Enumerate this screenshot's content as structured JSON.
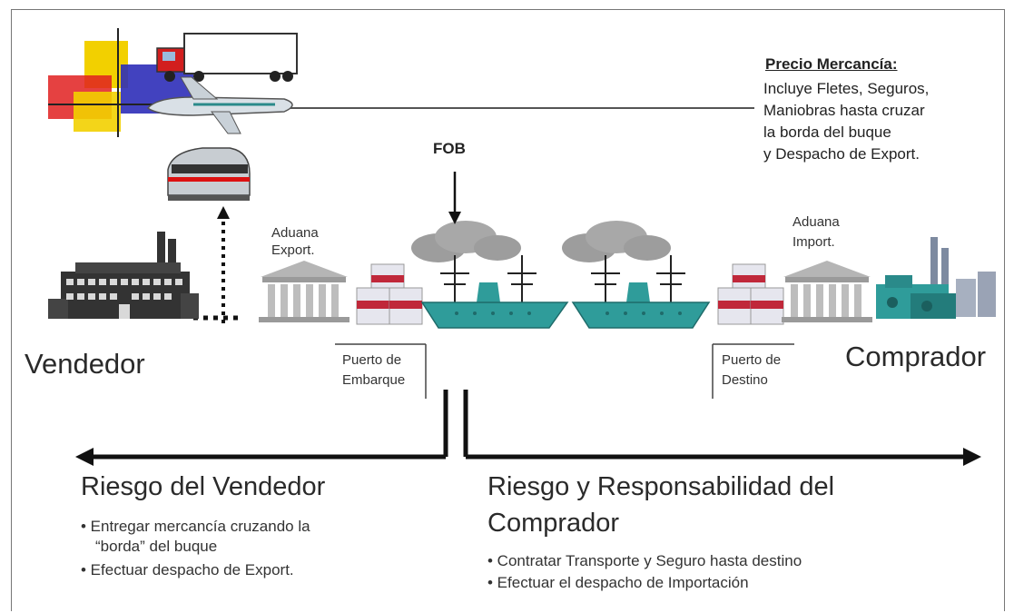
{
  "fob_label": "FOB",
  "price_box": {
    "title": "Precio Mercancía:",
    "lines": [
      "Incluye Fletes, Seguros,",
      "Maniobras hasta cruzar",
      "la borda del buque",
      "y Despacho de Export."
    ]
  },
  "customs_export": {
    "line1": "Aduana",
    "line2": "Export."
  },
  "customs_import": {
    "line1": "Aduana",
    "line2": "Import."
  },
  "port_loading": {
    "line1": "Puerto de",
    "line2": "Embarque"
  },
  "port_destination": {
    "line1": "Puerto de",
    "line2": "Destino"
  },
  "seller_label": "Vendedor",
  "buyer_label": "Comprador",
  "seller_risk": {
    "title": "Riesgo del Vendedor",
    "bullets": [
      "• Entregar mercancía cruzando la",
      "“borda” del buque",
      "• Efectuar despacho de Export."
    ]
  },
  "buyer_risk": {
    "title_line1": "Riesgo y Responsabilidad del",
    "title_line2": "Comprador",
    "bullets": [
      "• Contratar Transporte y Seguro hasta destino",
      "• Efectuar el despacho de Importación"
    ]
  },
  "colors": {
    "ship_hull": "#2f9c9a",
    "container_red": "#c0283a",
    "arrow": "#111111",
    "building_gray": "#a8a8a8",
    "smoke_gray": "#9d9d9d"
  }
}
